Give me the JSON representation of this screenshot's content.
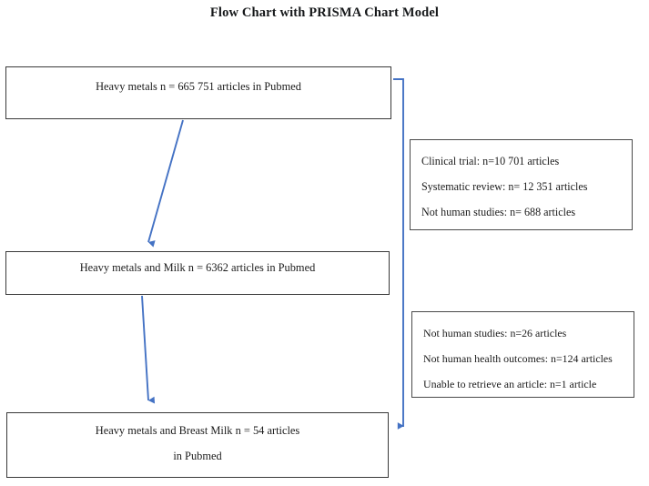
{
  "title": "Flow Chart with PRISMA Chart Model",
  "colors": {
    "connector_blue": "#4472C4",
    "box_border": "#3d3d3d",
    "text": "#1b1b1b",
    "background": "#ffffff"
  },
  "stages": [
    {
      "id": "identification",
      "lines": [
        "Heavy metals n = 665 751 articles in Pubmed"
      ]
    },
    {
      "id": "screening",
      "lines": [
        "Heavy metals and Milk n = 6362 articles in Pubmed"
      ]
    },
    {
      "id": "included",
      "lines": [
        "Heavy metals and Breast Milk n = 54 articles",
        "in Pubmed"
      ]
    }
  ],
  "exclusions": [
    {
      "id": "exclusion-first-screen",
      "lines": [
        "Clinical trial: n=10 701 articles",
        "Systematic review: n= 12 351 articles",
        "Not human studies: n= 688 articles"
      ]
    },
    {
      "id": "exclusion-second-screen",
      "lines": [
        "Not human studies: n=26 articles",
        "Not human health outcomes: n=124 articles",
        "Unable to retrieve an article: n=1 article"
      ]
    }
  ],
  "connectors": [
    {
      "id": "arrow-identification-to-screening",
      "direction": "down"
    },
    {
      "id": "arrow-screening-to-included",
      "direction": "down"
    },
    {
      "id": "arrow-exclusion-bracket-to-included",
      "direction": "left"
    }
  ]
}
